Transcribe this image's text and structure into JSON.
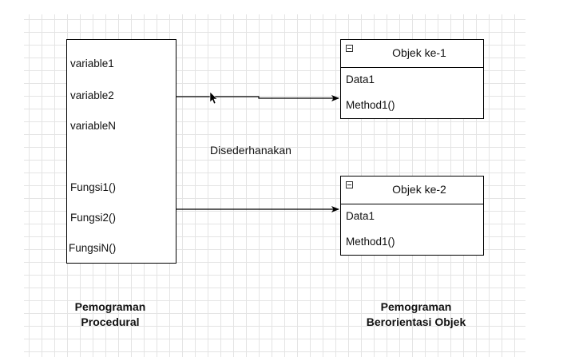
{
  "procedural": {
    "variables": [
      "variable1",
      "variable2",
      "variableN"
    ],
    "functions": [
      "Fungsi1()",
      "Fungsi2()",
      "FungsiN()"
    ],
    "caption_line1": "Pemograman",
    "caption_line2": "Procedural"
  },
  "objects": [
    {
      "title": "Objek ke-1",
      "data": "Data1",
      "method": "Method1()"
    },
    {
      "title": "Objek ke-2",
      "data": "Data1",
      "method": "Method1()"
    }
  ],
  "edge_label": "Disederhanakan",
  "oop": {
    "caption_line1": "Pemograman",
    "caption_line2": "Berorientasi Objek"
  }
}
